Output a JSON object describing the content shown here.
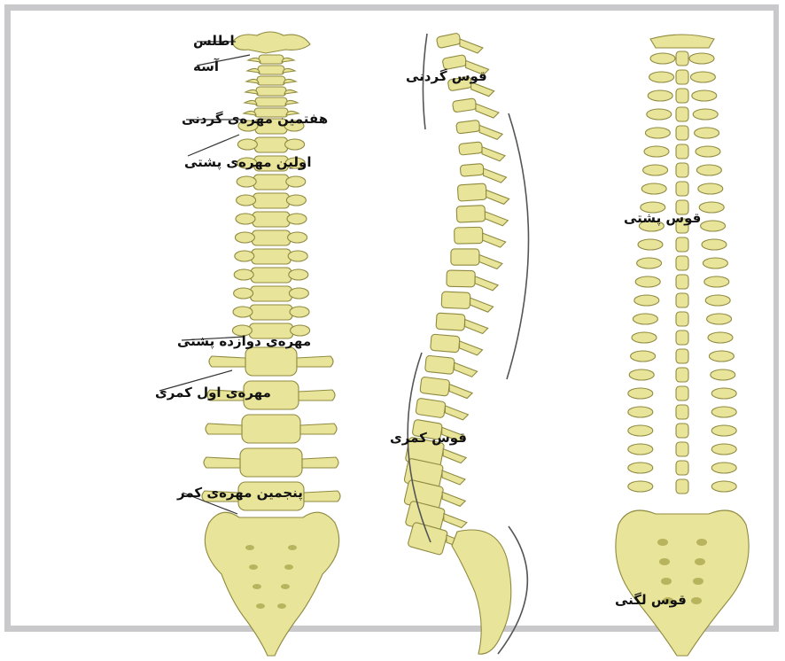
{
  "colors": {
    "bone": "#e8e49a",
    "bone_dark": "#8f8a3f",
    "bone_shadow": "#b8b45e",
    "frame": "#c9c9cc",
    "leader": "#333333"
  },
  "labels": {
    "atlas": "اطلس",
    "axis": "آسه",
    "seventh_cervical": "هفتمین مهره‌ی گردنی",
    "first_thoracic": "اولین مهره‌ی پشتی",
    "twelfth_thoracic": "مهره‌ی دوازده پشتی",
    "first_lumbar": "مهره‌ی اول کمری",
    "fifth_lumbar": "پنجمین مهره‌ی کمر",
    "cervical_curve": "قوس گردنی",
    "thoracic_curve": "قوس پشتی",
    "lumbar_curve": "قوس کمری",
    "pelvic_curve": "قوس لگنی"
  }
}
